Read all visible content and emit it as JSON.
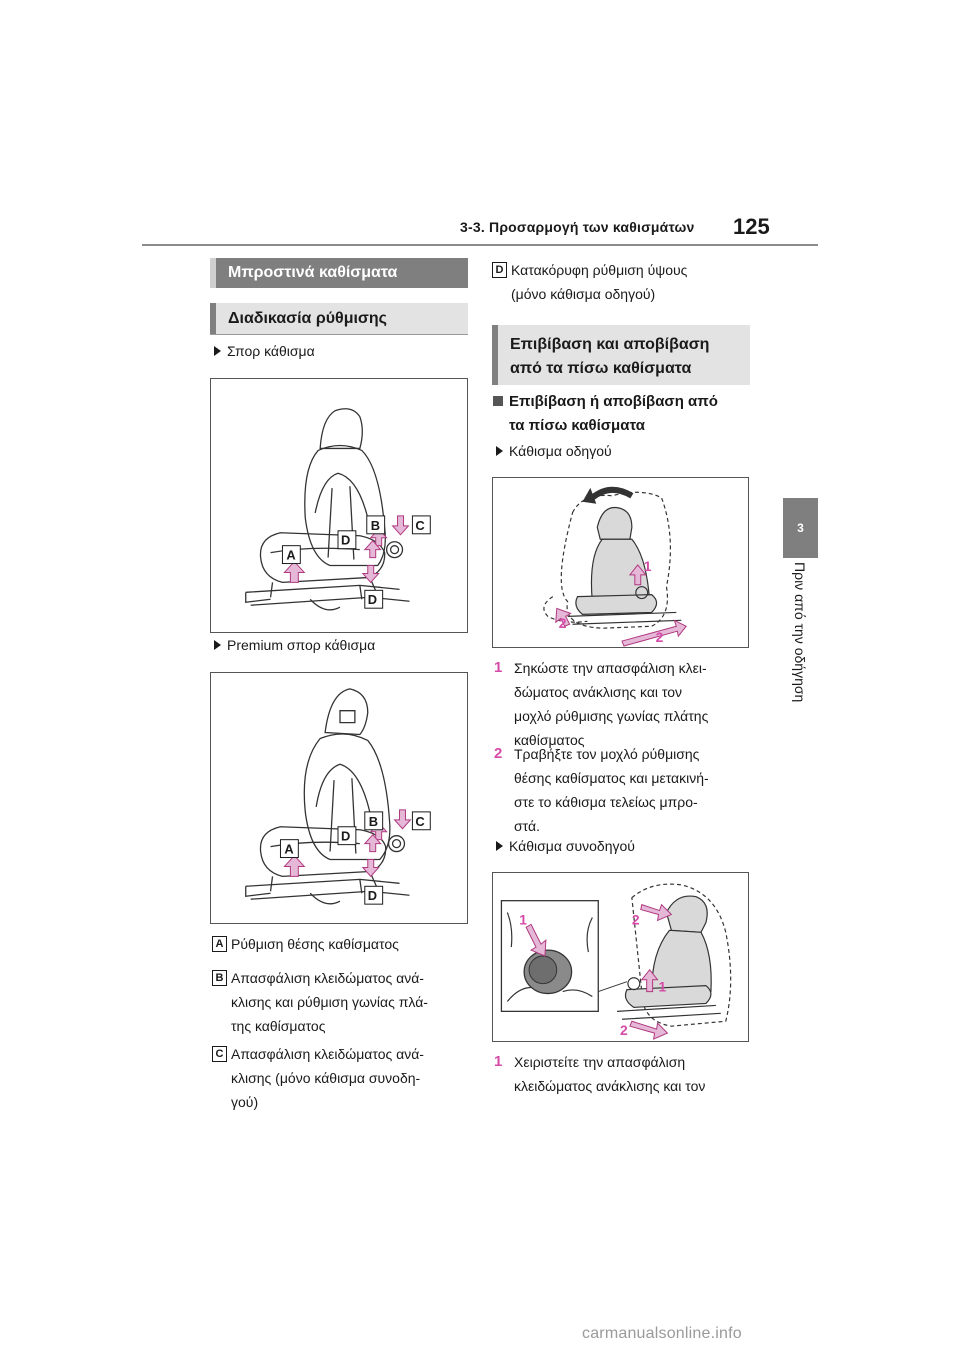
{
  "header": {
    "section_title": "3-3. Προσαρμογή των καθισμάτων",
    "page_number": "125"
  },
  "chapter_tab": {
    "number": "3",
    "title": "Πριν από την οδήγηση"
  },
  "left": {
    "section_heading": "Μπροστινά καθίσματα",
    "subheading": "Διαδικασία ρύθμισης",
    "figure1_caption": "Σπορ κάθισμα",
    "figure2_caption": "Premium σπορ κάθισμα",
    "callouts": [
      "A",
      "B",
      "C",
      "D",
      "D"
    ],
    "items": [
      {
        "letter": "A",
        "lines": [
          "Ρύθμιση θέσης καθίσματος"
        ]
      },
      {
        "letter": "B",
        "lines": [
          "Απασφάλιση κλειδώματος ανά-",
          "κλισης και ρύθμιση γωνίας πλά-",
          "της καθίσματος"
        ]
      },
      {
        "letter": "C",
        "lines": [
          "Απασφάλιση κλειδώματος ανά-",
          "κλισης (μόνο κάθισμα συνοδη-",
          "γού)"
        ]
      }
    ]
  },
  "right": {
    "item_d": {
      "letter": "D",
      "lines": [
        "Κατακόρυφη ρύθμιση ύψους",
        "(μόνο κάθισμα οδηγού)"
      ]
    },
    "section_heading_lines": [
      "Επιβίβαση και αποβίβαση",
      "από τα πίσω καθίσματα"
    ],
    "topic_lines": [
      "Επιβίβαση ή αποβίβαση από",
      "τα πίσω καθίσματα"
    ],
    "driver_caption": "Κάθισμα οδηγού",
    "driver_callouts": [
      "1",
      "2",
      "2"
    ],
    "driver_steps": [
      {
        "num": "1",
        "lines": [
          "Σηκώστε την απασφάλιση κλει-",
          "δώματος ανάκλισης και τον",
          "μοχλό ρύθμισης γωνίας πλάτης",
          "καθίσματος"
        ]
      },
      {
        "num": "2",
        "lines": [
          "Τραβήξτε τον μοχλό ρύθμισης",
          "θέσης καθίσματος και μετακινή-",
          "στε το κάθισμα τελείως μπρο-",
          "στά."
        ]
      }
    ],
    "passenger_caption": "Κάθισμα συνοδηγού",
    "passenger_callouts": [
      "1",
      "2",
      "1",
      "2"
    ],
    "passenger_steps": [
      {
        "num": "1",
        "lines": [
          "Χειριστείτε την απασφάλιση",
          "κλειδώματος ανάκλισης και τον"
        ]
      }
    ]
  },
  "colors": {
    "accent_pink": "#d64aa8",
    "heading_gray": "#7f7f7f",
    "subheading_gray": "#e3e3e3"
  },
  "watermark": "carmanualsonline.info"
}
